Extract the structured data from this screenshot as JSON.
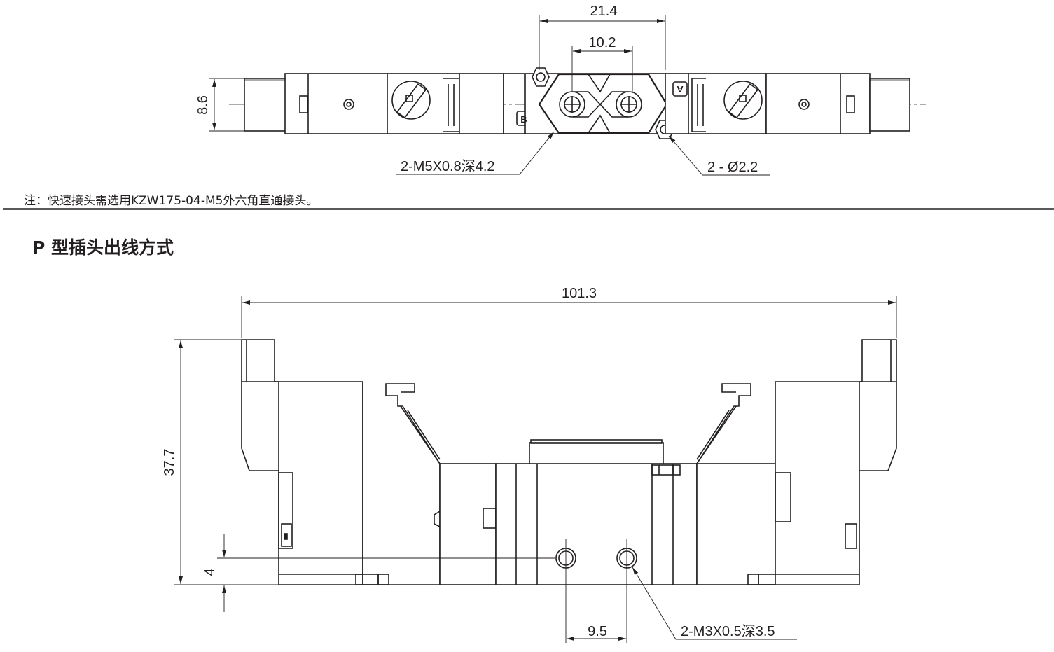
{
  "top_view": {
    "dim_overall_width": "21.4",
    "dim_port_pitch": "10.2",
    "dim_height": "8.6",
    "callout_ports": "2-M5X0.8深4.2",
    "callout_holes": "2 - Ø2.2",
    "marker_a": "A",
    "marker_b": "B"
  },
  "note": "注：快速接头需选用KZW175-04-M5外六角直通接头。",
  "section_title": "P 型插头出线方式",
  "front_view": {
    "dim_overall_length": "101.3",
    "dim_height": "37.7",
    "dim_port_height": "4",
    "dim_port_pitch": "9.5",
    "callout_ports": "2-M3X0.5深3.5"
  },
  "colors": {
    "line": "#231f20",
    "separator": "#58595b",
    "background": "#ffffff"
  }
}
